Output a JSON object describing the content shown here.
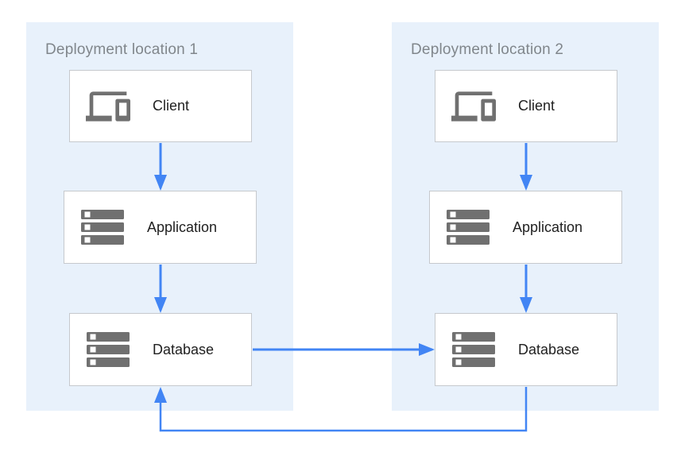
{
  "colors": {
    "panel_bg": "#e8f1fb",
    "box_bg": "#ffffff",
    "box_border": "#c6c9cd",
    "arrow": "#4285f4",
    "icon_gray": "#707070",
    "label_text": "#212121",
    "title_text": "#80868b",
    "canvas_bg": "#ffffff"
  },
  "diagram": {
    "panels": [
      {
        "title": "Deployment location 1",
        "nodes": [
          {
            "label": "Client",
            "icon": "devices-icon"
          },
          {
            "label": "Application",
            "icon": "server-stack-icon"
          },
          {
            "label": "Database",
            "icon": "server-stack-icon"
          }
        ]
      },
      {
        "title": "Deployment location 2",
        "nodes": [
          {
            "label": "Client",
            "icon": "devices-icon"
          },
          {
            "label": "Application",
            "icon": "server-stack-icon"
          },
          {
            "label": "Database",
            "icon": "server-stack-icon"
          }
        ]
      }
    ],
    "edges": [
      {
        "from": "client-1",
        "to": "application-1",
        "direction": "down"
      },
      {
        "from": "application-1",
        "to": "database-1",
        "direction": "down"
      },
      {
        "from": "client-2",
        "to": "application-2",
        "direction": "down"
      },
      {
        "from": "application-2",
        "to": "database-2",
        "direction": "down"
      },
      {
        "from": "database-1",
        "to": "database-2",
        "direction": "right"
      },
      {
        "from": "database-2",
        "to": "database-1",
        "direction": "loop-bottom"
      }
    ]
  }
}
